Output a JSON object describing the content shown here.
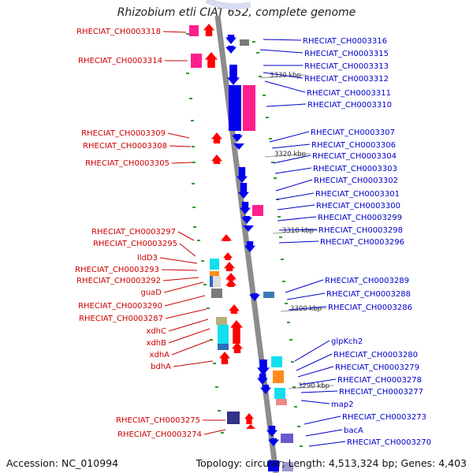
{
  "title": "Rhizobium etli CIAT 652, complete genome",
  "footer": {
    "accession": "Accession: NC_010994",
    "topology": "Topology: circular; Length: 4,513,324 bp; Genes: 4,403"
  },
  "colors": {
    "forward_label": "#cc0000",
    "reverse_label": "#0000cc",
    "forward_arrow": "#ff0000",
    "reverse_arrow": "#0000ee",
    "tick": "#339933",
    "backbone": "#8c8c8c"
  },
  "kbp_markers": [
    "3330 kbp",
    "3320 kbp",
    "3310 kbp",
    "3300 kbp",
    "3290 kbp"
  ],
  "left_labels": [
    "RHECIAT_CH0003318",
    "RHECIAT_CH0003314",
    "RHECIAT_CH0003309",
    "RHECIAT_CH0003308",
    "RHECIAT_CH0003305",
    "RHECIAT_CH0003297",
    "RHECIAT_CH0003295",
    "lldD3",
    "RHECIAT_CH0003293",
    "RHECIAT_CH0003292",
    "guaD",
    "RHECIAT_CH0003290",
    "RHECIAT_CH0003287",
    "xdhC",
    "xdhB",
    "xdhA",
    "bdhA",
    "RHECIAT_CH0003275",
    "RHECIAT_CH0003274"
  ],
  "right_labels": [
    "RHECIAT_CH0003316",
    "RHECIAT_CH0003315",
    "RHECIAT_CH0003313",
    "RHECIAT_CH0003312",
    "RHECIAT_CH0003311",
    "RHECIAT_CH0003310",
    "RHECIAT_CH0003307",
    "RHECIAT_CH0003306",
    "RHECIAT_CH0003304",
    "RHECIAT_CH0003303",
    "RHECIAT_CH0003302",
    "RHECIAT_CH0003301",
    "RHECIAT_CH0003300",
    "RHECIAT_CH0003299",
    "RHECIAT_CH0003298",
    "RHECIAT_CH0003296",
    "RHECIAT_CH0003289",
    "RHECIAT_CH0003288",
    "RHECIAT_CH0003286",
    "glpKch2",
    "RHECIAT_CH0003280",
    "RHECIAT_CH0003279",
    "RHECIAT_CH0003278",
    "RHECIAT_CH0003277",
    "map2",
    "RHECIAT_CH0003273",
    "bacA",
    "RHECIAT_CH0003270"
  ]
}
